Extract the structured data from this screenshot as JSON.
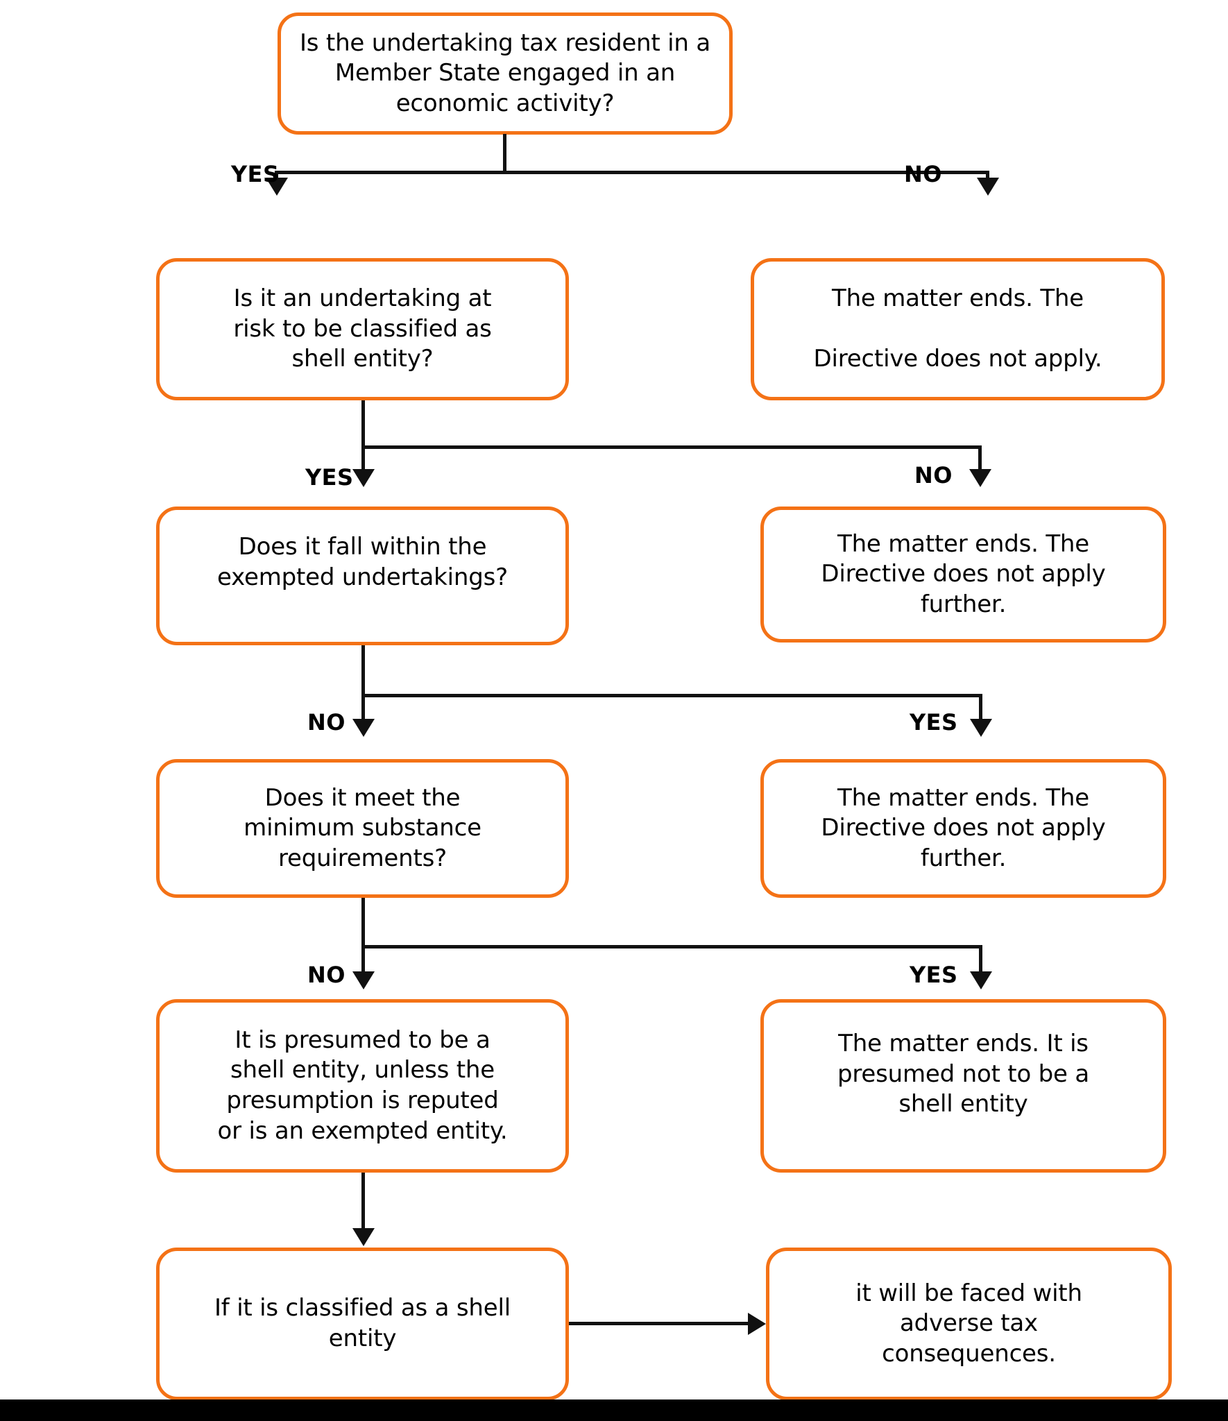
{
  "diagram": {
    "title": "EU Shell Entity Directive (Unshell) decision flowchart",
    "accent_color": "#f47216",
    "line_color": "#111111",
    "background_color": "#ffffff",
    "footer_bar_color": "#000000",
    "nodes": [
      {
        "id": "q1",
        "text": "Is the undertaking tax resident in a\nMember State engaged in an\neconomic activity?",
        "role": "question"
      },
      {
        "id": "q2",
        "text": "Is it an undertaking at\nrisk to be classified as\nshell entity?",
        "role": "question"
      },
      {
        "id": "end1",
        "text": "The matter ends. The\n\nDirective does not apply.",
        "role": "terminal"
      },
      {
        "id": "q3",
        "text": "Does it fall within the\nexempted undertakings?",
        "role": "question"
      },
      {
        "id": "end2",
        "text": "The matter ends. The\nDirective does not apply\nfurther.",
        "role": "terminal"
      },
      {
        "id": "q4",
        "text": "Does it meet the\nminimum substance\nrequirements?",
        "role": "question"
      },
      {
        "id": "end3",
        "text": "The matter ends. The\nDirective does not apply\nfurther.",
        "role": "terminal"
      },
      {
        "id": "presumed",
        "text": "It is presumed to be a\nshell entity, unless the\npresumption is reputed\nor is an exempted entity.",
        "role": "outcome"
      },
      {
        "id": "end4",
        "text": "The matter ends. It is\npresumed not to be a\nshell entity",
        "role": "terminal"
      },
      {
        "id": "classified",
        "text": "If it is classified as a shell\nentity",
        "role": "outcome"
      },
      {
        "id": "consequence",
        "text": "it will be faced with\nadverse tax\nconsequences.",
        "role": "outcome"
      }
    ],
    "edges": [
      {
        "id": "e1-yes",
        "label": "YES",
        "from": "q1",
        "to": "q2"
      },
      {
        "id": "e1-no",
        "label": "NO",
        "from": "q1",
        "to": "end1"
      },
      {
        "id": "e2-yes",
        "label": "YES",
        "from": "q2",
        "to": "q3"
      },
      {
        "id": "e2-no",
        "label": "NO",
        "from": "q2",
        "to": "end2"
      },
      {
        "id": "e3-no",
        "label": "NO",
        "from": "q3",
        "to": "q4"
      },
      {
        "id": "e3-yes",
        "label": "YES",
        "from": "q3",
        "to": "end3"
      },
      {
        "id": "e4-no",
        "label": "NO",
        "from": "q4",
        "to": "presumed"
      },
      {
        "id": "e4-yes",
        "label": "YES",
        "from": "q4",
        "to": "end4"
      },
      {
        "id": "e5",
        "label": "",
        "from": "presumed",
        "to": "classified"
      },
      {
        "id": "e6",
        "label": "",
        "from": "classified",
        "to": "consequence"
      }
    ]
  }
}
